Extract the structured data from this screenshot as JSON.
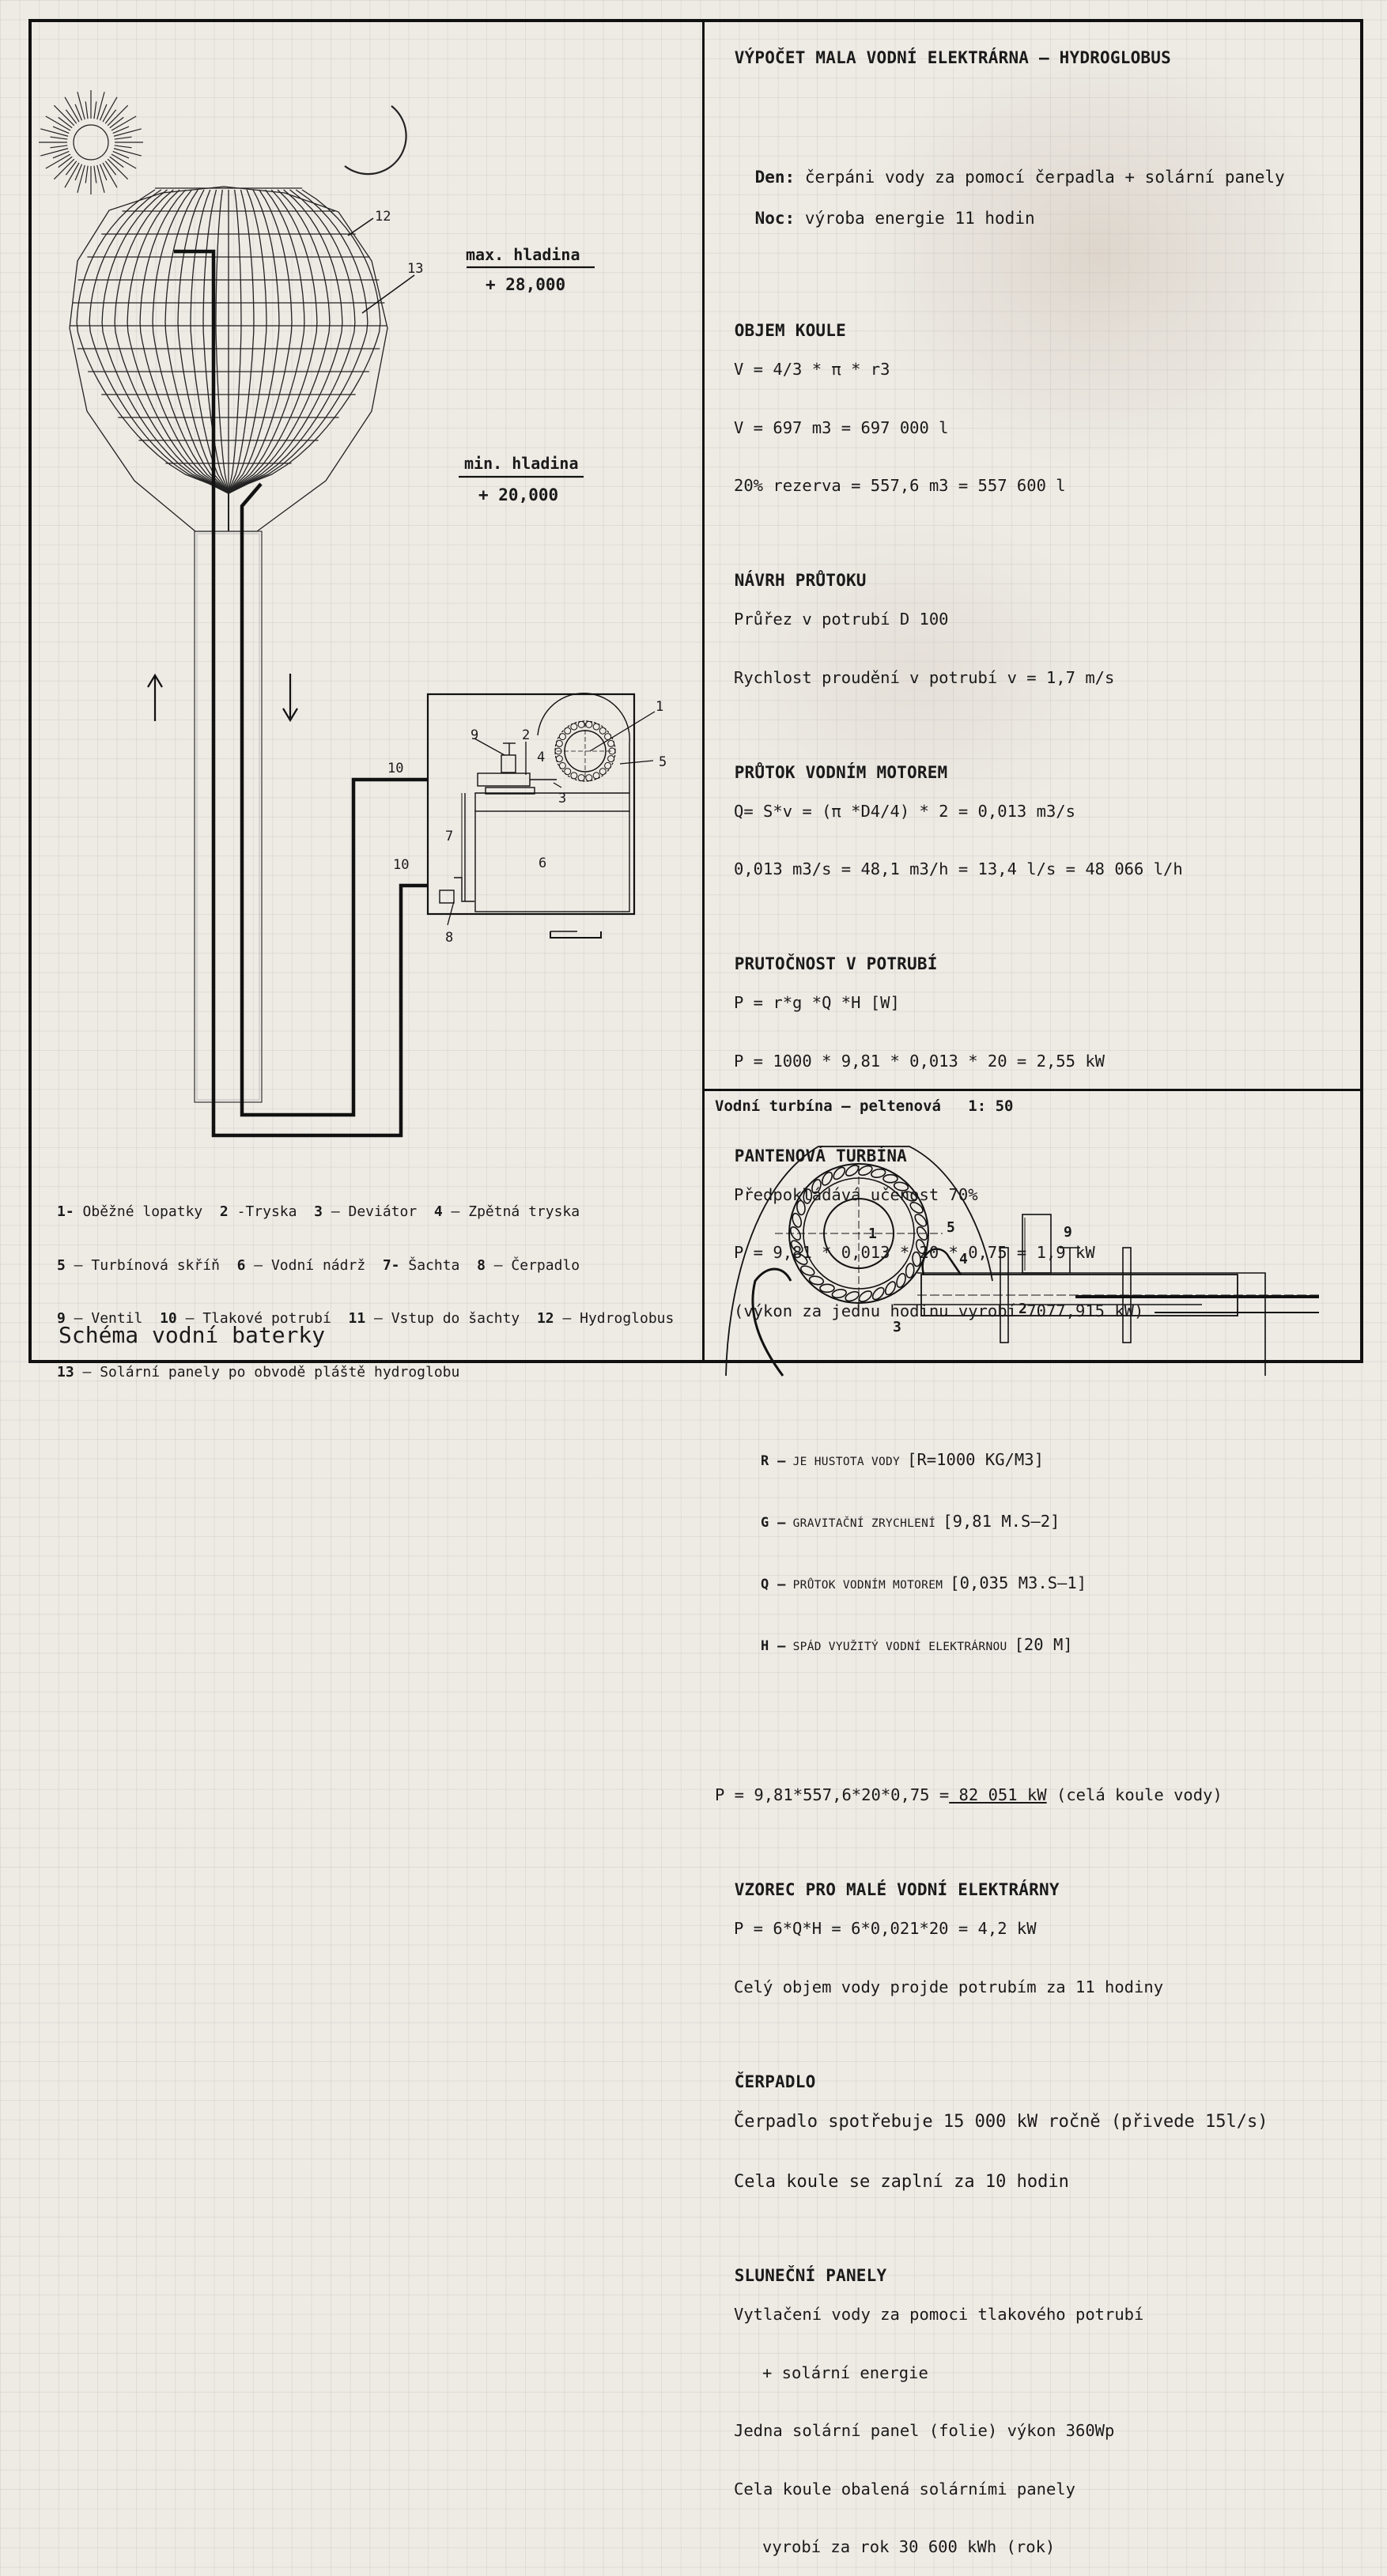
{
  "calc": {
    "title": "VÝPOČET MALA VODNÍ ELEKTRÁRNA – HYDROGLOBUS",
    "day_key": "Den:",
    "day_val": "čerpáni vody za pomocí čerpadla + solární panely",
    "night_key": "Noc:",
    "night_val": "výroba energie 11 hodin",
    "s1_title": "OBJEM KOULE",
    "s1_l1": "V = 4/3 * π * r3",
    "s1_l2": "V = 697 m3 = 697 000 l",
    "s1_l3": "20% rezerva = 557,6 m3 = 557 600 l",
    "s2_title": "NÁVRH PRŮTOKU",
    "s2_l1": "Průřez v potrubí D 100",
    "s2_l2": "Rychlost proudění v potrubí v = 1,7 m/s",
    "s3_title": "PRŮTOK VODNÍM MOTOREM",
    "s3_l1": "Q= S*v = (π *D4/4) * 2 = 0,013 m3/s",
    "s3_l2": "0,013 m3/s = 48,1 m3/h = 13,4 l/s = 48 066 l/h",
    "s4_title": "PRUTOČNOST V POTRUBÍ",
    "s4_l1": "P = r*g *Q *H [W]",
    "s4_l2": "P = 1000 * 9,81 * 0,013 * 20 = 2,55 kW",
    "s5_title": "PANTENOVÁ TURBÍNA",
    "s5_l1": "Předpokládává učenost 70%",
    "s5_l2": "P = 9,81 * 0,013 * 20 * 0,75 = 1,9 kW",
    "s5_l3": "(výkon za jednu hodinu vyrobí 7077,915 kW)",
    "leg_r_key": "R –",
    "leg_r_txt": "JE HUSTOTA VODY",
    "leg_r_val": "[R=1000 KG/M3]",
    "leg_g_key": "G –",
    "leg_g_txt": "GRAVITAČNÍ ZRYCHLENÍ",
    "leg_g_val": "[9,81 M.S–2]",
    "leg_q_key": "Q –",
    "leg_q_txt": "PRŮTOK VODNÍM MOTOREM",
    "leg_q_val": "[0,035 M3.S–1]",
    "leg_h_key": "H –",
    "leg_h_txt": "SPÁD VYUŽITÝ VODNÍ ELEKTRÁRNOU",
    "leg_h_val": "[20 M]",
    "p_line_a": "P = 9,81*557,6*20*0,75 =",
    "p_line_b": " 82 051 kW",
    "p_line_c": " (celá koule vody)",
    "s6_title": "VZOREC PRO MALÉ VODNÍ ELEKTRÁRNY",
    "s6_l1": "P = 6*Q*H = 6*0,021*20 = 4,2 kW",
    "s6_l2": "Celý objem vody projde potrubím za 11 hodiny",
    "s7_title": "ČERPADLO",
    "s7_l1": "Čerpadlo spotřebuje 15 000 kW ročně (přivede 15l/s)",
    "s7_l2": "Cela koule se zaplní za 10 hodin",
    "s8_title": "SLUNEČNÍ PANELY",
    "s8_l1": "Vytlačení vody za pomoci tlakového potrubí",
    "s8_l2": "+ solární energie",
    "s8_l3": "Jedna solární panel (folie) výkon 360Wp",
    "s8_l4": "Cela koule obalená solárními panely",
    "s8_l5": "vyrobí za rok 30 600 kWh (rok)"
  },
  "turbine_title": "Vodní turbína – peltenová   1: 50",
  "levels": {
    "max_label": "max. hladina",
    "max_value": "+ 28,000",
    "min_label": "min. hladina",
    "min_value": "+ 20,000"
  },
  "numbers": {
    "n1": "1",
    "n2": "2",
    "n3": "3",
    "n4": "4",
    "n5": "5",
    "n6": "6",
    "n7": "7",
    "n8": "8",
    "n9": "9",
    "n10": "10",
    "n12": "12",
    "n13": "13"
  },
  "legend": {
    "l1": [
      {
        "k": "1-",
        "t": " Oběžné lopatky  "
      },
      {
        "k": "2",
        "t": " -Tryska  "
      },
      {
        "k": "3",
        "t": " – Deviátor  "
      },
      {
        "k": "4",
        "t": " – Zpětná tryska"
      }
    ],
    "l2": [
      {
        "k": "5",
        "t": " – Turbínová skříň  "
      },
      {
        "k": "6",
        "t": " – Vodní nádrž  "
      },
      {
        "k": "7-",
        "t": " Šachta  "
      },
      {
        "k": "8",
        "t": " – Čerpadlo"
      }
    ],
    "l3": [
      {
        "k": "9",
        "t": " – Ventil  "
      },
      {
        "k": "10",
        "t": " – Tlakové potrubí  "
      },
      {
        "k": "11",
        "t": " – Vstup do šachty  "
      },
      {
        "k": "12",
        "t": " – Hydroglobus"
      }
    ],
    "l4": [
      {
        "k": "13",
        "t": " – Solární panely po obvodě pláště hydroglobu"
      }
    ]
  },
  "schema_title": "Schéma vodní baterky",
  "arrows": {
    "up": "↑",
    "down": "↓"
  },
  "icons": [
    "sun-icon",
    "moon-icon"
  ]
}
